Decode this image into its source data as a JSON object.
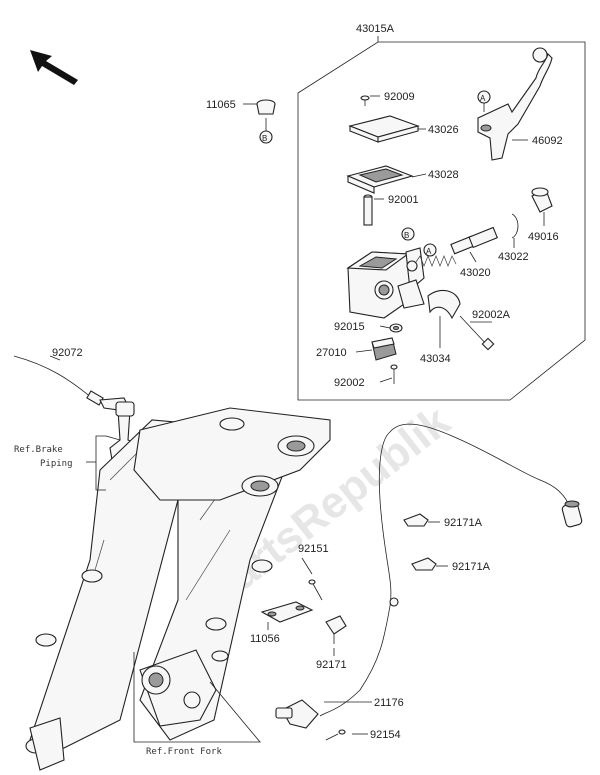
{
  "watermark": "PartsRepublik",
  "refs": {
    "brake_piping_line1": "Ref.Brake",
    "brake_piping_line2": "Piping",
    "front_fork": "Ref.Front Fork"
  },
  "callouts": {
    "circle_a": "A",
    "circle_b": "B"
  },
  "parts": {
    "p43015A": "43015A",
    "p11065": "11065",
    "p92009": "92009",
    "p43026": "43026",
    "p43028": "43028",
    "p46092": "46092",
    "p92001": "92001",
    "p49016": "49016",
    "p43022": "43022",
    "p43020": "43020",
    "p92002A": "92002A",
    "p92015": "92015",
    "p27010": "27010",
    "p43034": "43034",
    "p92002": "92002",
    "p92072": "92072",
    "p92171A_1": "92171A",
    "p92171A_2": "92171A",
    "p92151": "92151",
    "p11056": "11056",
    "p92171": "92171",
    "p21176": "21176",
    "p92154": "92154"
  },
  "colors": {
    "line": "#222222",
    "part_fill": "#f7f7f7",
    "shade": "#9a9a9a",
    "watermark": "#e6e6e6"
  },
  "icons": {
    "direction": "arrow-up-left-icon"
  }
}
